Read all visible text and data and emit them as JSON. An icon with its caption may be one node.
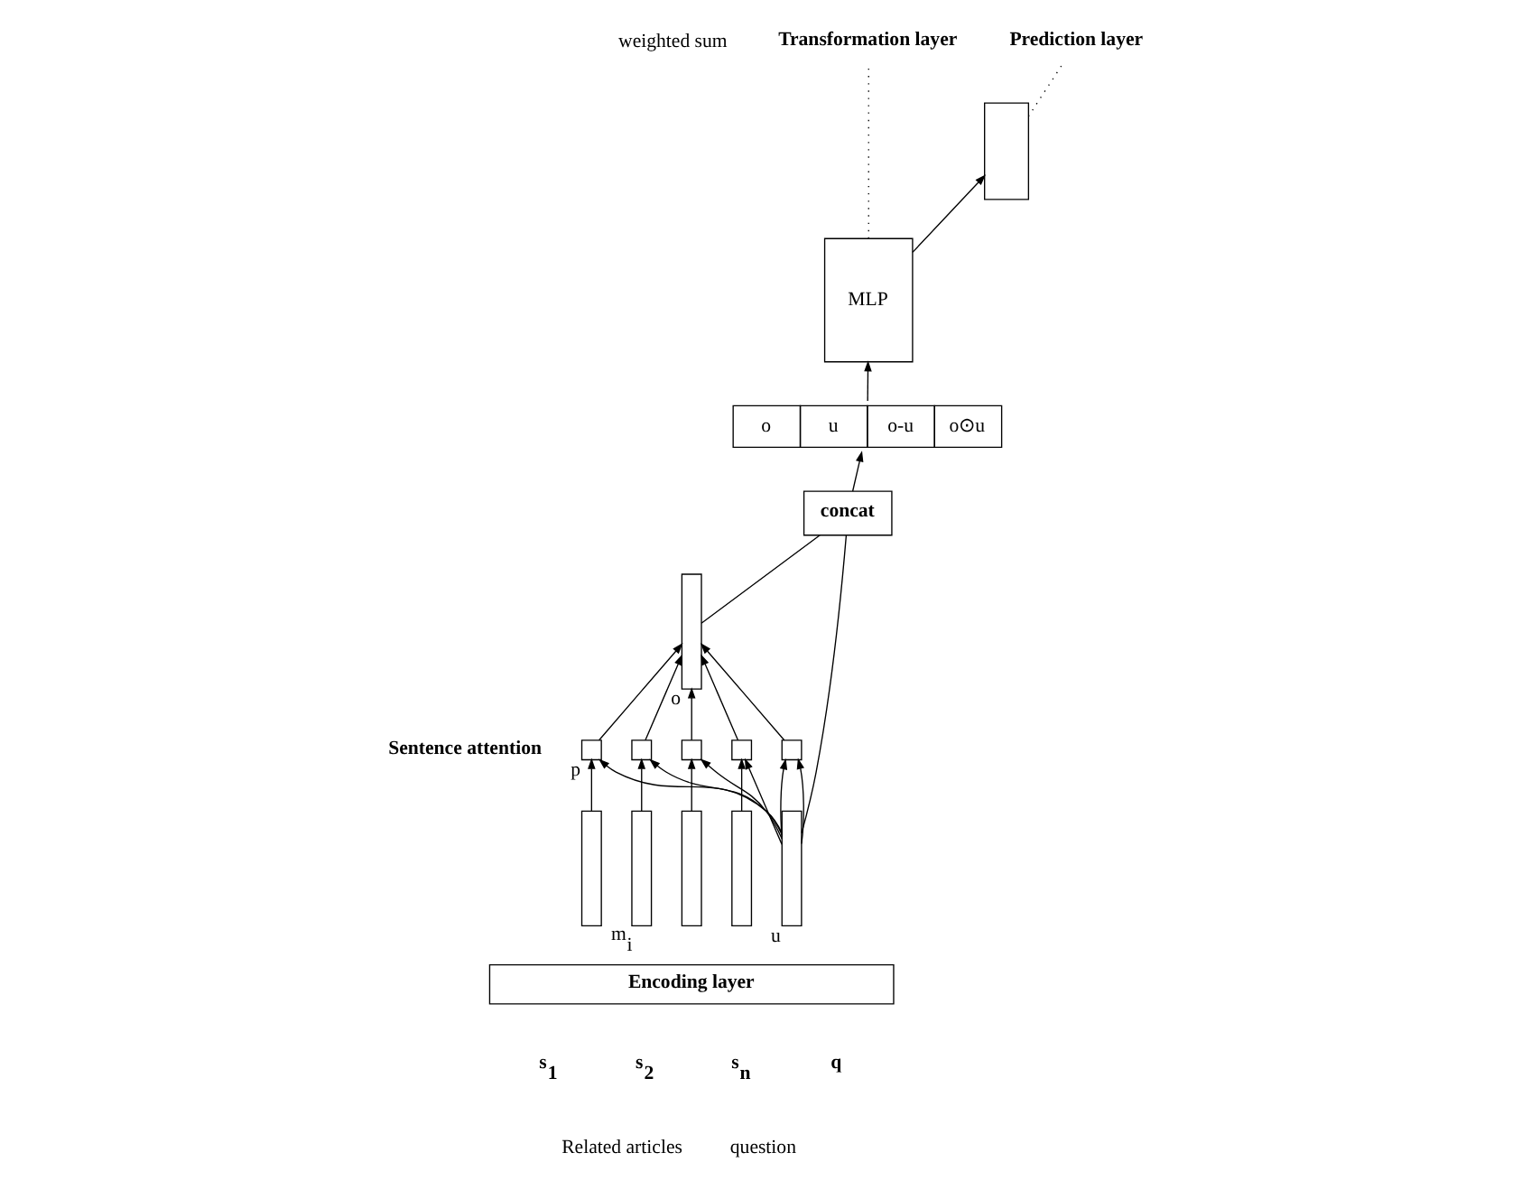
{
  "diagram": {
    "nodes": [
      {
        "text": [
          "Encoding layer"
        ]
      },
      {
        "text": [],
        "shape": "bar"
      },
      {
        "text": [],
        "shape": "bar",
        "beside": [
          "m$_{i}$"
        ]
      },
      {
        "text": [],
        "shape": "bar"
      },
      {
        "text": [],
        "shape": "bar"
      },
      {
        "text": [],
        "shape": "bar",
        "beside": [
          "u"
        ]
      },
      {
        "text": [],
        "shape": "box",
        "beside": [
          "p"
        ]
      },
      {
        "text": [],
        "shape": "box"
      },
      {
        "text": [],
        "shape": "box"
      },
      {
        "text": [],
        "shape": "box"
      },
      {
        "text": [],
        "shape": "box"
      },
      {
        "text": [],
        "shape": "bar",
        "beside": [
          "o"
        ]
      },
      {
        "text": [
          "concat"
        ]
      },
      {
        "text": [
          "o",
          "u",
          "o-u",
          "o⊙u"
        ]
      },
      {
        "text": [
          "MLP"
        ]
      },
      {
        "text": [],
        "shape": "bar"
      },
      {
        "text": [
          "Transformation layer"
        ]
      },
      {
        "text": [
          "Prediction layer"
        ]
      }
    ],
    "edges": [
      {
        "from": 1,
        "to": 6,
        "arrow": "to"
      },
      {
        "from": 2,
        "to": 7,
        "arrow": "to"
      },
      {
        "from": 3,
        "to": 8,
        "arrow": "to"
      },
      {
        "from": 4,
        "to": 9,
        "arrow": "to"
      },
      {
        "from": 5,
        "to": 10,
        "arrow": "to"
      },
      {
        "from": 5,
        "to": 6,
        "arrow": "to"
      },
      {
        "from": 5,
        "to": 7,
        "arrow": "to"
      },
      {
        "from": 5,
        "to": 8,
        "arrow": "to"
      },
      {
        "from": 5,
        "to": 9,
        "arrow": "to"
      },
      {
        "from": 5,
        "to": 10,
        "arrow": "to"
      },
      {
        "from": 6,
        "to": 11,
        "arrow": "to"
      },
      {
        "from": 7,
        "to": 11,
        "arrow": "to"
      },
      {
        "from": 8,
        "to": 11,
        "arrow": "to"
      },
      {
        "from": 9,
        "to": 11,
        "arrow": "to"
      },
      {
        "from": 10,
        "to": 11,
        "arrow": "to"
      },
      {
        "from": 11,
        "to": 12,
        "arrow": "none"
      },
      {
        "from": 5,
        "to": 12,
        "arrow": "none"
      },
      {
        "from": 12,
        "to": 13,
        "arrow": "to"
      },
      {
        "from": 13,
        "to": 14,
        "arrow": "to"
      },
      {
        "from": 14,
        "to": 15,
        "arrow": "to"
      },
      {
        "from": 16,
        "to": 14,
        "arrow": "none",
        "style": "dashed"
      },
      {
        "from": 17,
        "to": 15,
        "arrow": "none",
        "style": "dashed"
      }
    ],
    "labels": [
      "weighted sum",
      "Sentence attention",
      "s$_{1}$",
      "s$_{2}$",
      "s$_{n}$",
      "q",
      "Related articles",
      "question"
    ]
  }
}
